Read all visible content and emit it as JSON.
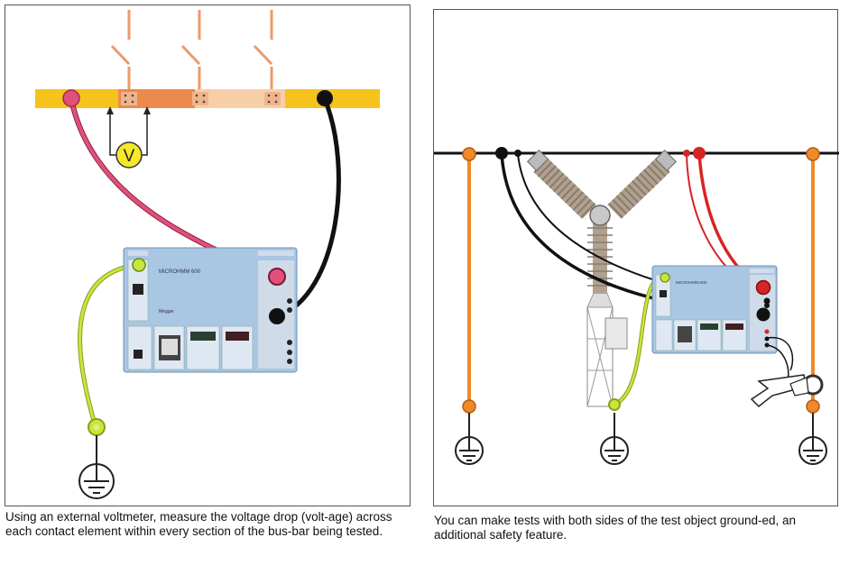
{
  "left": {
    "voltmeter_label": "V",
    "device_name": "MICROHMM 600",
    "device_brand": "Megger",
    "caption": "Using an external voltmeter, measure the voltage drop (volt-age) across each contact element within every section of the bus-bar being tested."
  },
  "right": {
    "device_name": "MICROHMM 600",
    "caption": "You can make tests with both sides of the test object ground-ed, an additional safety feature."
  },
  "colors": {
    "busbar": "#f6c31d",
    "contact_dark": "#ec8a4d",
    "contact_light": "#f6cfa8",
    "pink_lead": "#e0507a",
    "black_lead": "#111111",
    "ground_lead": "#c8e63c",
    "orange_lead": "#ee8a2a",
    "red_lead": "#d82424",
    "device_blue": "#a9c6e2",
    "insulator": "#b0a090"
  }
}
